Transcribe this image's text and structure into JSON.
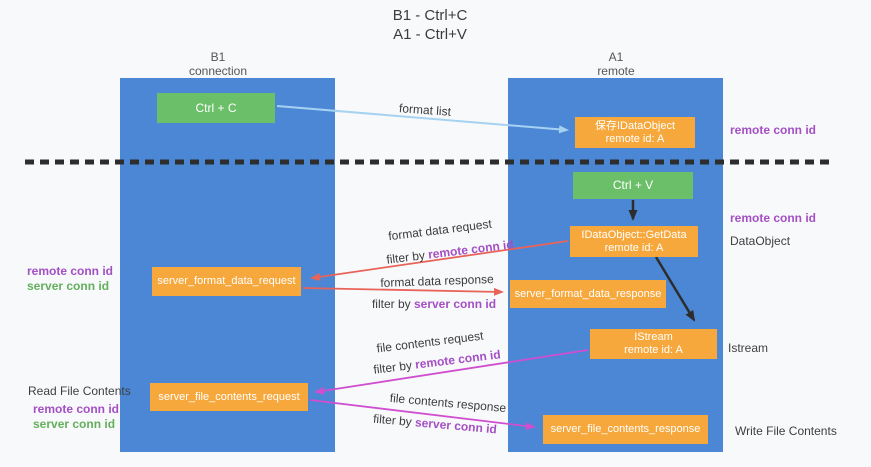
{
  "title": {
    "line1": "B1 - Ctrl+C",
    "line2": "A1 - Ctrl+V"
  },
  "lifelines": {
    "b1": {
      "name": "B1",
      "role": "connection"
    },
    "a1": {
      "name": "A1",
      "role": "remote"
    }
  },
  "nodes": {
    "ctrl_c": {
      "label": "Ctrl + C"
    },
    "ctrl_v": {
      "label": "Ctrl + V"
    },
    "save_dataobject": {
      "line1": "保存IDataObject",
      "line2": "remote id: A"
    },
    "getdata": {
      "line1": "IDataObject::GetData",
      "line2": "remote id: A"
    },
    "istream": {
      "line1": "IStream",
      "line2": "remote id: A"
    },
    "server_format_data_request": {
      "label": "server_format_data_request"
    },
    "server_format_data_response": {
      "label": "server_format_data_response"
    },
    "server_file_contents_request": {
      "label": "server_file_contents_request"
    },
    "server_file_contents_response": {
      "label": "server_file_contents_response"
    }
  },
  "messages": {
    "format_list": {
      "label": "format list"
    },
    "format_data_request": {
      "label": "format data request",
      "filter_prefix": "filter by ",
      "filter_key": "remote conn id"
    },
    "format_data_response": {
      "label": "format data response",
      "filter_prefix": "filter by ",
      "filter_key": "server conn id"
    },
    "file_contents_request": {
      "label": "file contents request",
      "filter_prefix": "filter by ",
      "filter_key": "remote conn id"
    },
    "file_contents_response": {
      "label": "file contents response",
      "filter_prefix": "filter by ",
      "filter_key": "server conn id"
    }
  },
  "annotations": {
    "right_remote_conn_id_1": "remote conn id",
    "right_remote_conn_id_2": "remote conn id",
    "dataobject": "DataObject",
    "istream": "Istream",
    "write_file_contents": "Write File Contents",
    "left_remote_conn_id_1": "remote conn id",
    "left_server_conn_id_1": "server conn id",
    "read_file_contents": "Read File Contents",
    "left_remote_conn_id_2": "remote conn id",
    "left_server_conn_id_2": "server conn id"
  },
  "colors": {
    "lifeline_blue": "#4b87d5",
    "box_green": "#6cbf69",
    "box_orange": "#f7a83c",
    "arrow_light_blue": "#a6d2f2",
    "arrow_salmon": "#e8645a",
    "arrow_magenta": "#cf4fd0",
    "arrow_black": "#2d2d2d",
    "text_purple": "#a44fc5",
    "text_green": "#62b05c"
  }
}
